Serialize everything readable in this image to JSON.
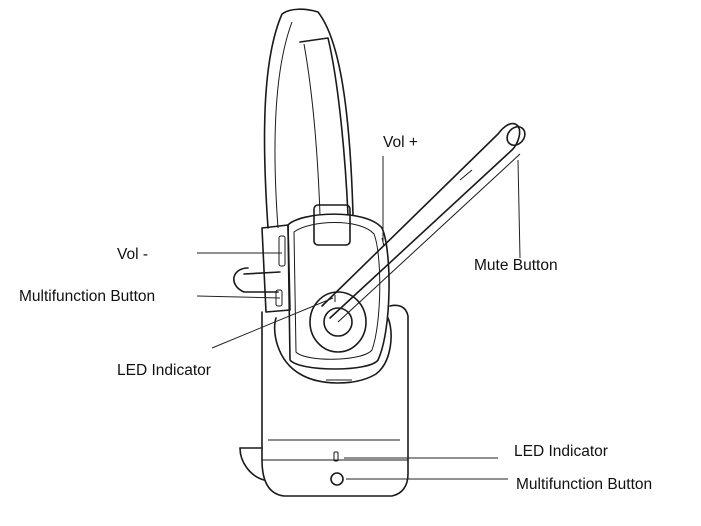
{
  "labels": {
    "vol_plus": "Vol  +",
    "vol_minus": "Vol  -",
    "multifunction_left": "Multifunction Button",
    "led_left": "LED Indicator",
    "mute": "Mute Button",
    "led_base": "LED Indicator",
    "multifunction_base": "Multifunction Button"
  }
}
